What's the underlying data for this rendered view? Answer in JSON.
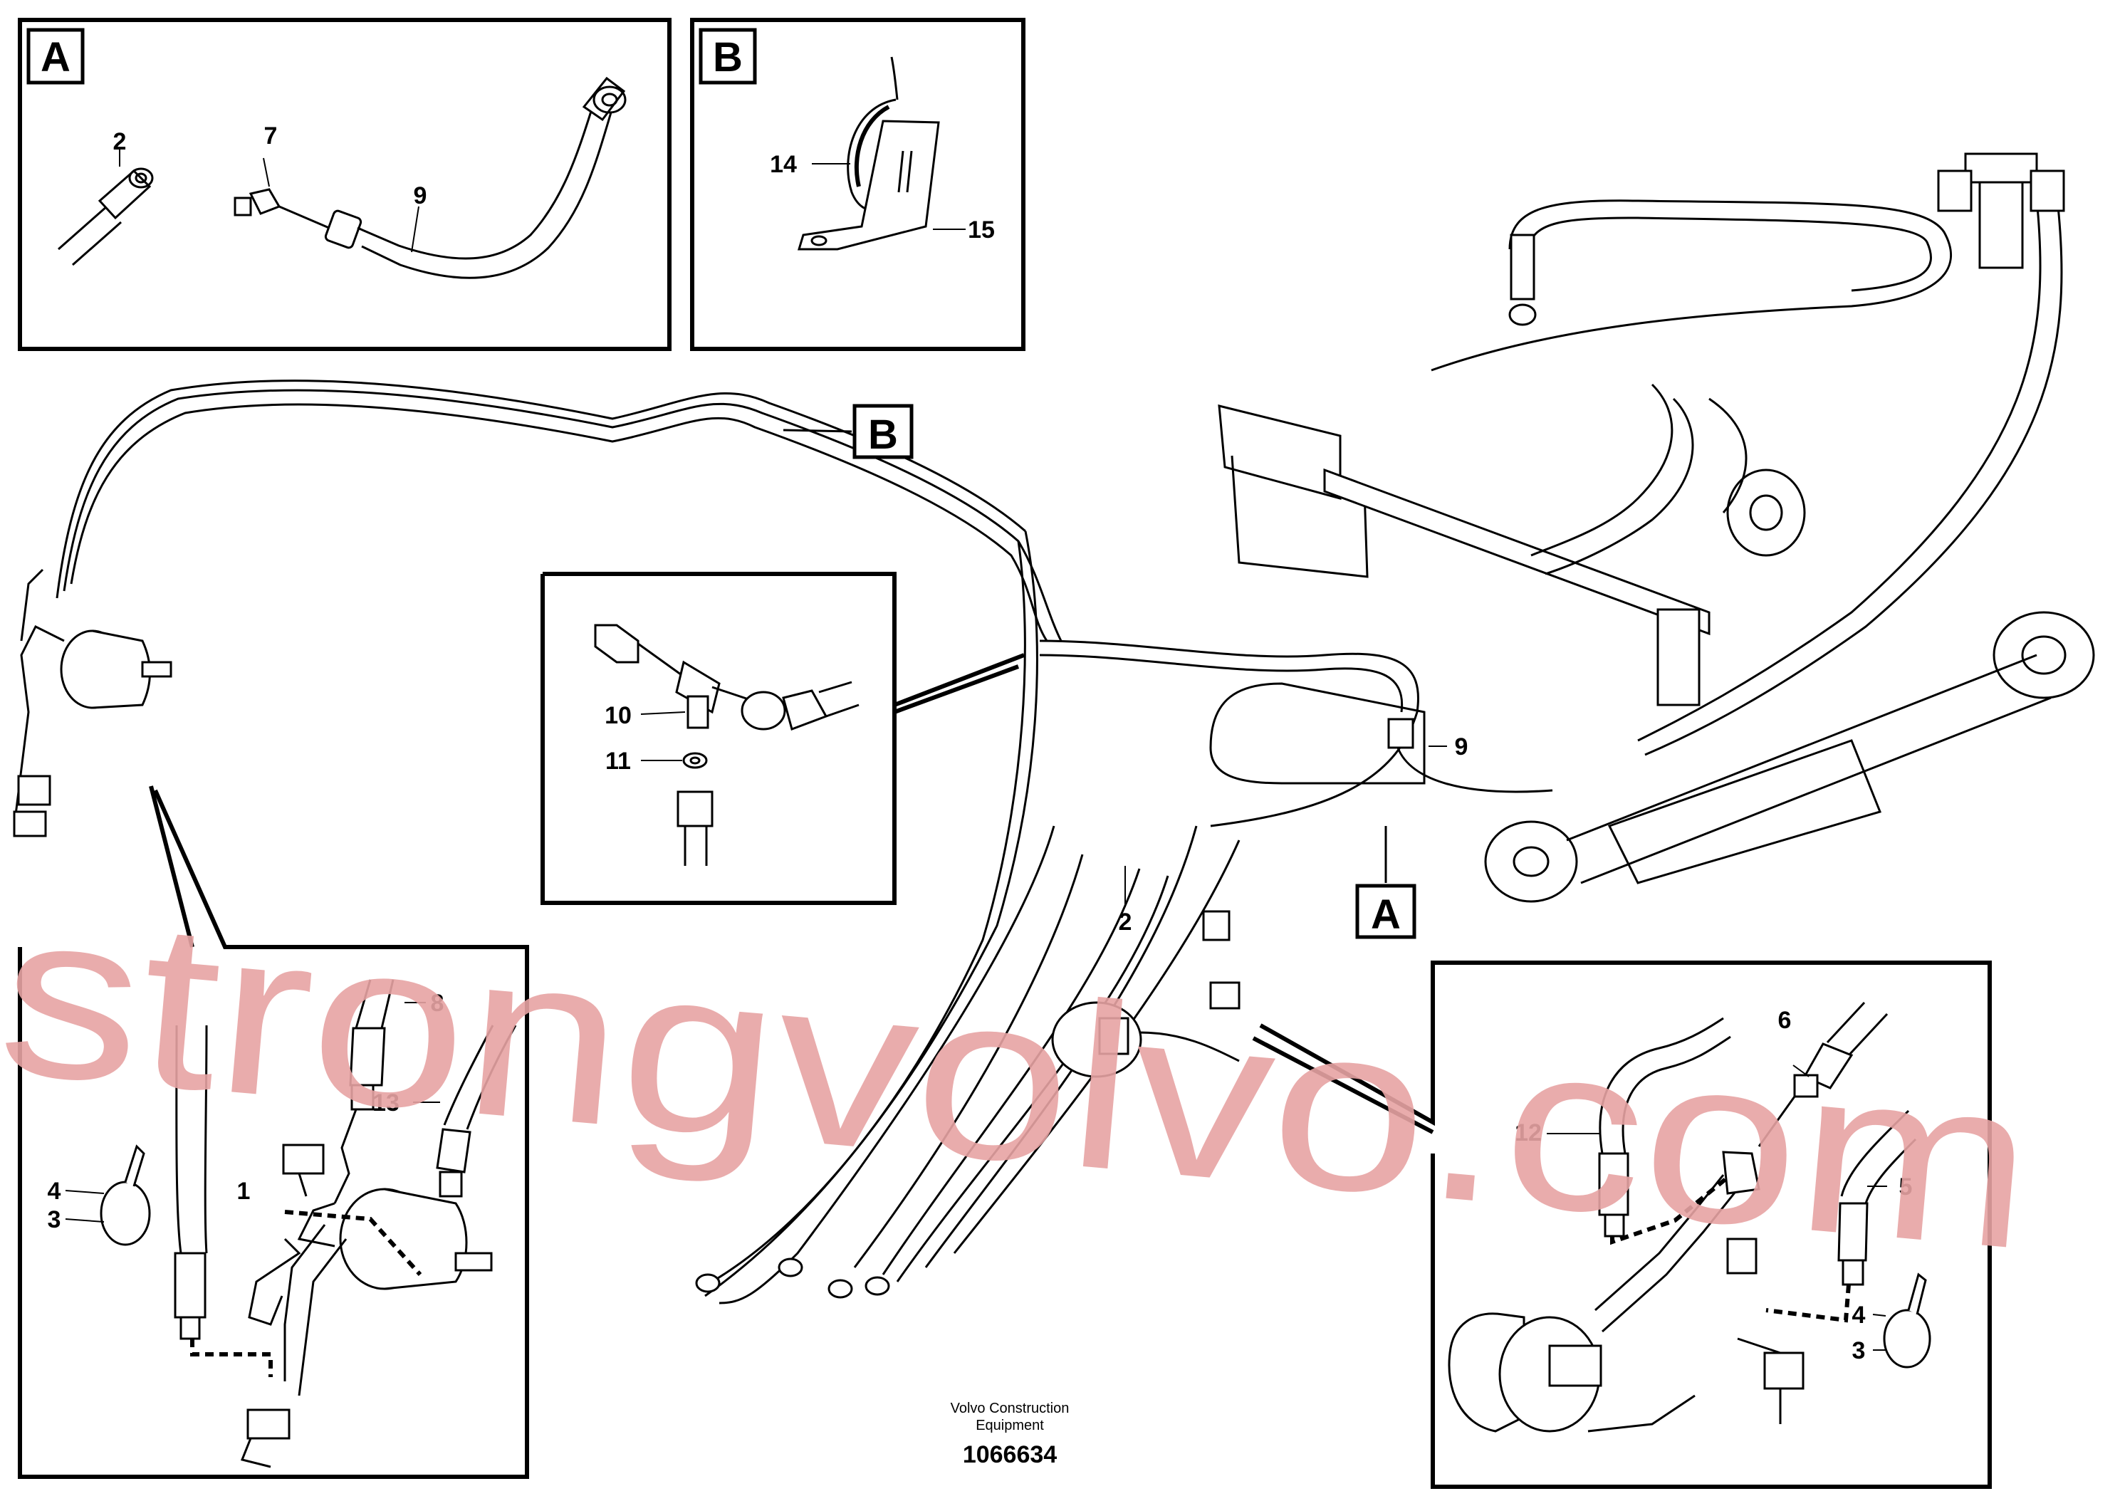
{
  "diagram": {
    "panels": [
      {
        "id": "A",
        "label": "A"
      },
      {
        "id": "B",
        "label": "B"
      }
    ],
    "callouts": [
      {
        "id": "A",
        "label": "A"
      },
      {
        "id": "B",
        "label": "B"
      }
    ],
    "part_labels": {
      "p1": "1",
      "p2": "2",
      "p3": "3",
      "p4": "4",
      "p5": "5",
      "p6": "6",
      "p7": "7",
      "p8": "8",
      "p9": "9",
      "p10": "10",
      "p11": "11",
      "p12": "12",
      "p13": "13",
      "p14": "14",
      "p15": "15"
    },
    "footer": {
      "company_line1": "Volvo Construction",
      "company_line2": "Equipment",
      "drawing_number": "1066634"
    },
    "watermark": "strongvolvo.com",
    "colors": {
      "line": "#000000",
      "watermark": "#e7a3a3",
      "background": "#ffffff"
    }
  }
}
